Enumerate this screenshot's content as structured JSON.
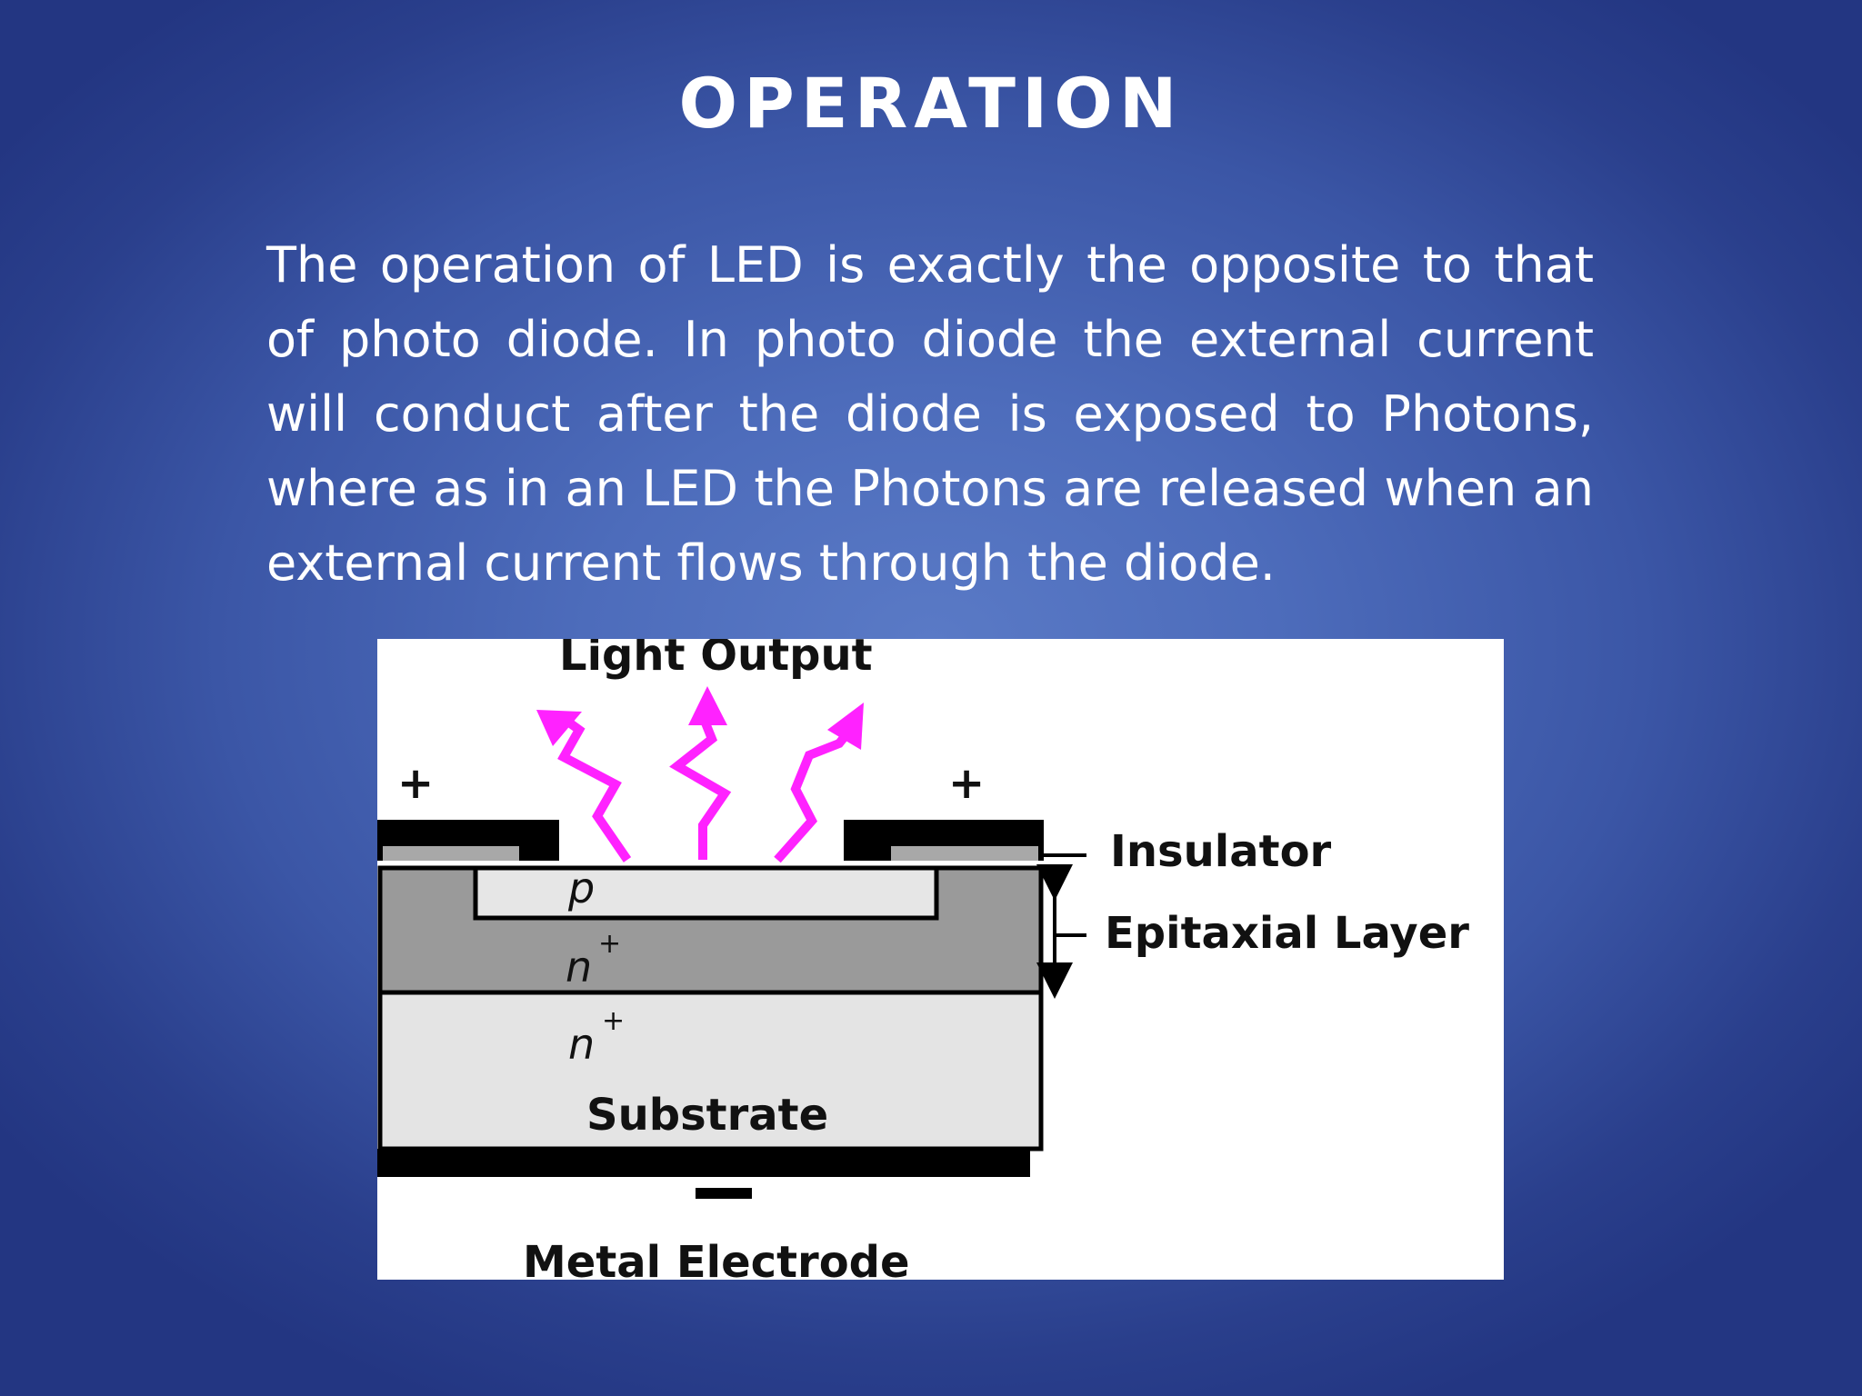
{
  "slide": {
    "title": "OPERATION",
    "body": "The operation of LED is exactly the opposite to that of photo diode. In photo diode the external current will conduct after the diode is exposed to Photons, where as in an LED the Photons are released when an external current flows through the diode."
  },
  "diagram": {
    "light_output": "Light Output",
    "plus_left": "+",
    "plus_right": "+",
    "minus": "–",
    "insulator": "Insulator",
    "epitaxial_layer": "Epitaxial Layer",
    "p_region": "p",
    "n_plus_upper": "n",
    "n_plus_upper_sup": "+",
    "n_plus_lower": "n",
    "n_plus_lower_sup": "+",
    "substrate": "Substrate",
    "metal_electrode": "Metal Electrode",
    "colors": {
      "photon": "#ff22ff",
      "contact": "#000000",
      "insulator": "#a8a8a8",
      "epitaxial": "#9a9a9a",
      "p_region": "#e6e6e6",
      "substrate": "#e4e4e4"
    }
  }
}
